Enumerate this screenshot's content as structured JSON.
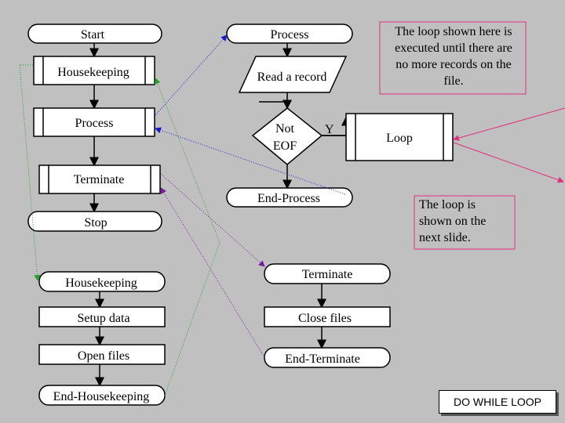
{
  "left_chart": {
    "start": "Start",
    "housekeeping": "Housekeeping",
    "process": "Process",
    "terminate": "Terminate",
    "stop": "Stop"
  },
  "housekeeping_chart": {
    "begin": "Housekeeping",
    "setup": "Setup data",
    "open": "Open files",
    "end": "End-Housekeeping"
  },
  "process_chart": {
    "begin": "Process",
    "read": "Read a record",
    "decision_line1": "Not",
    "decision_line2": "EOF",
    "yes": "Y",
    "loop": "Loop",
    "end": "End-Process"
  },
  "terminate_chart": {
    "begin": "Terminate",
    "close": "Close files",
    "end": "End-Terminate"
  },
  "notes": {
    "loop_note": [
      "The loop shown here is",
      "executed until there are",
      "no more records on the",
      "file."
    ],
    "next_note": [
      "The loop is",
      "shown on the",
      "next slide."
    ],
    "footer": "DO WHILE LOOP"
  },
  "colors": {
    "background": "#c0c0c0",
    "shape_fill": "#ffffff",
    "green_link": "#22a022",
    "blue_link": "#1a1acc",
    "purple_link": "#7a1aa0",
    "pink_link": "#e0307a"
  }
}
